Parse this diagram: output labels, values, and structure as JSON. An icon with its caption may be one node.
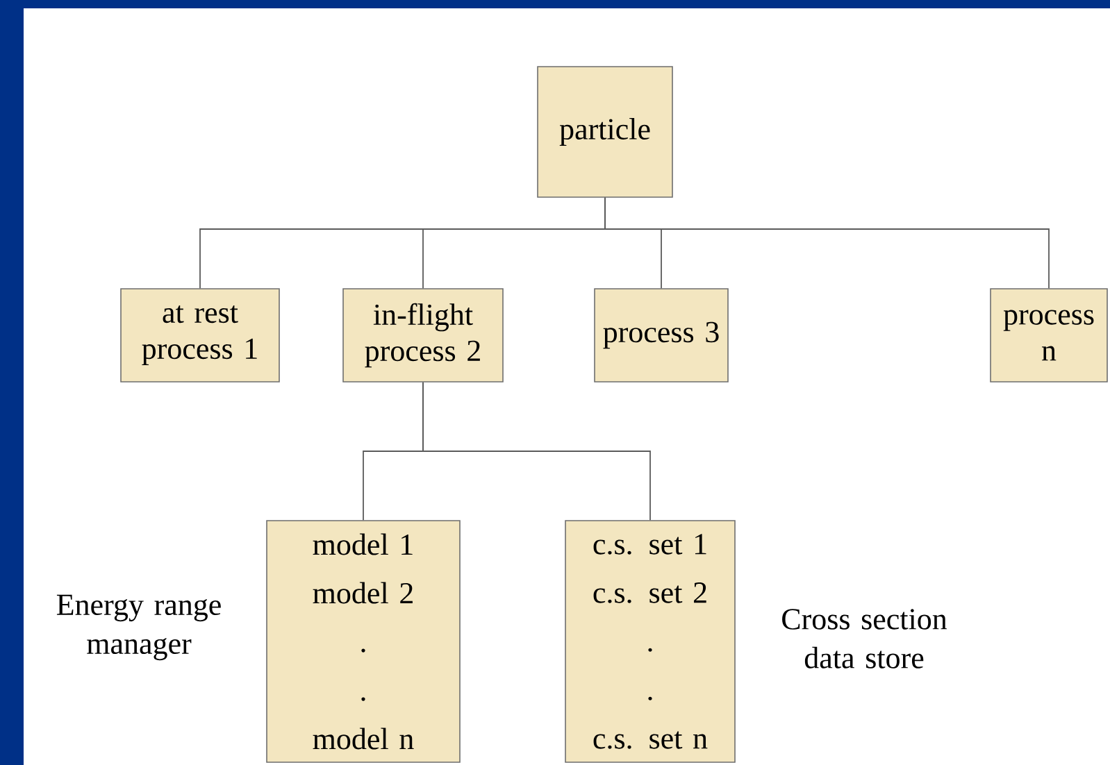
{
  "diagram": {
    "nodes": [
      {
        "text": [
          "particle"
        ]
      },
      {
        "text": [
          "at rest process 1"
        ]
      },
      {
        "text": [
          "in-flight process 2"
        ]
      },
      {
        "text": [
          "process 3"
        ]
      },
      {
        "text": [
          "process n"
        ]
      },
      {
        "text": [
          "model 1",
          "model 2",
          ".",
          ".",
          "model n"
        ],
        "beside": [
          "Energy range manager"
        ]
      },
      {
        "text": [
          "c.s. set 1",
          "c.s. set 2",
          ".",
          ".",
          "c.s. set n"
        ],
        "beside": [
          "Cross section data store"
        ]
      }
    ],
    "edges": [
      {
        "from": 0,
        "to": 1,
        "arrow": "none"
      },
      {
        "from": 0,
        "to": 2,
        "arrow": "none"
      },
      {
        "from": 0,
        "to": 3,
        "arrow": "none"
      },
      {
        "from": 0,
        "to": 4,
        "arrow": "none"
      },
      {
        "from": 2,
        "to": 5,
        "arrow": "none"
      },
      {
        "from": 2,
        "to": 6,
        "arrow": "none"
      }
    ]
  }
}
